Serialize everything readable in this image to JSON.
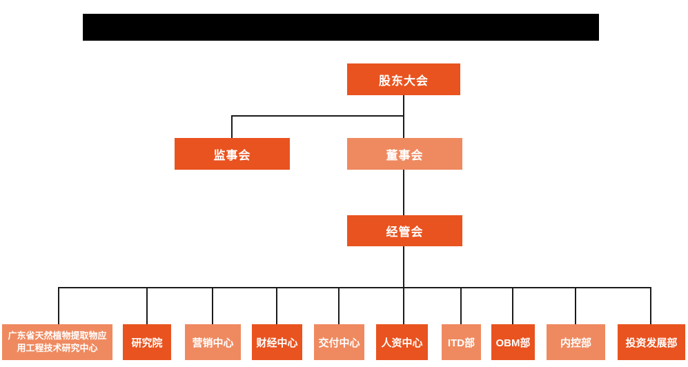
{
  "colors": {
    "node_dark_orange": "#E9531F",
    "node_light_orange": "#EF8A60",
    "connector_line": "#1A1A1A",
    "redaction_bar": "#000000",
    "node_text": "#FFFFFF",
    "background": "#FFFFFF"
  },
  "chart": {
    "type": "org-chart",
    "root": {
      "label": "股东大会",
      "variant": "dark"
    },
    "supervisory": {
      "label": "监事会",
      "variant": "dark"
    },
    "board": {
      "label": "董事会",
      "variant": "light"
    },
    "management": {
      "label": "经管会",
      "variant": "dark"
    },
    "departments": [
      {
        "label": "广东省天然植物提取物应用工程技术研究中心",
        "variant": "light"
      },
      {
        "label": "研究院",
        "variant": "dark"
      },
      {
        "label": "营销中心",
        "variant": "light"
      },
      {
        "label": "财经中心",
        "variant": "dark"
      },
      {
        "label": "交付中心",
        "variant": "light"
      },
      {
        "label": "人资中心",
        "variant": "dark"
      },
      {
        "label": "ITD部",
        "variant": "light"
      },
      {
        "label": "OBM部",
        "variant": "dark"
      },
      {
        "label": "内控部",
        "variant": "light"
      },
      {
        "label": "投资发展部",
        "variant": "dark"
      }
    ],
    "edges": [
      "股东大会 -> 监事会",
      "股东大会 -> 董事会",
      "董事会 -> 经管会",
      "经管会 -> 广东省天然植物提取物应用工程技术研究中心",
      "经管会 -> 研究院",
      "经管会 -> 营销中心",
      "经管会 -> 财经中心",
      "经管会 -> 交付中心",
      "经管会 -> 人资中心",
      "经管会 -> ITD部",
      "经管会 -> OBM部",
      "经管会 -> 内控部",
      "经管会 -> 投资发展部"
    ],
    "title_redacted": true
  }
}
